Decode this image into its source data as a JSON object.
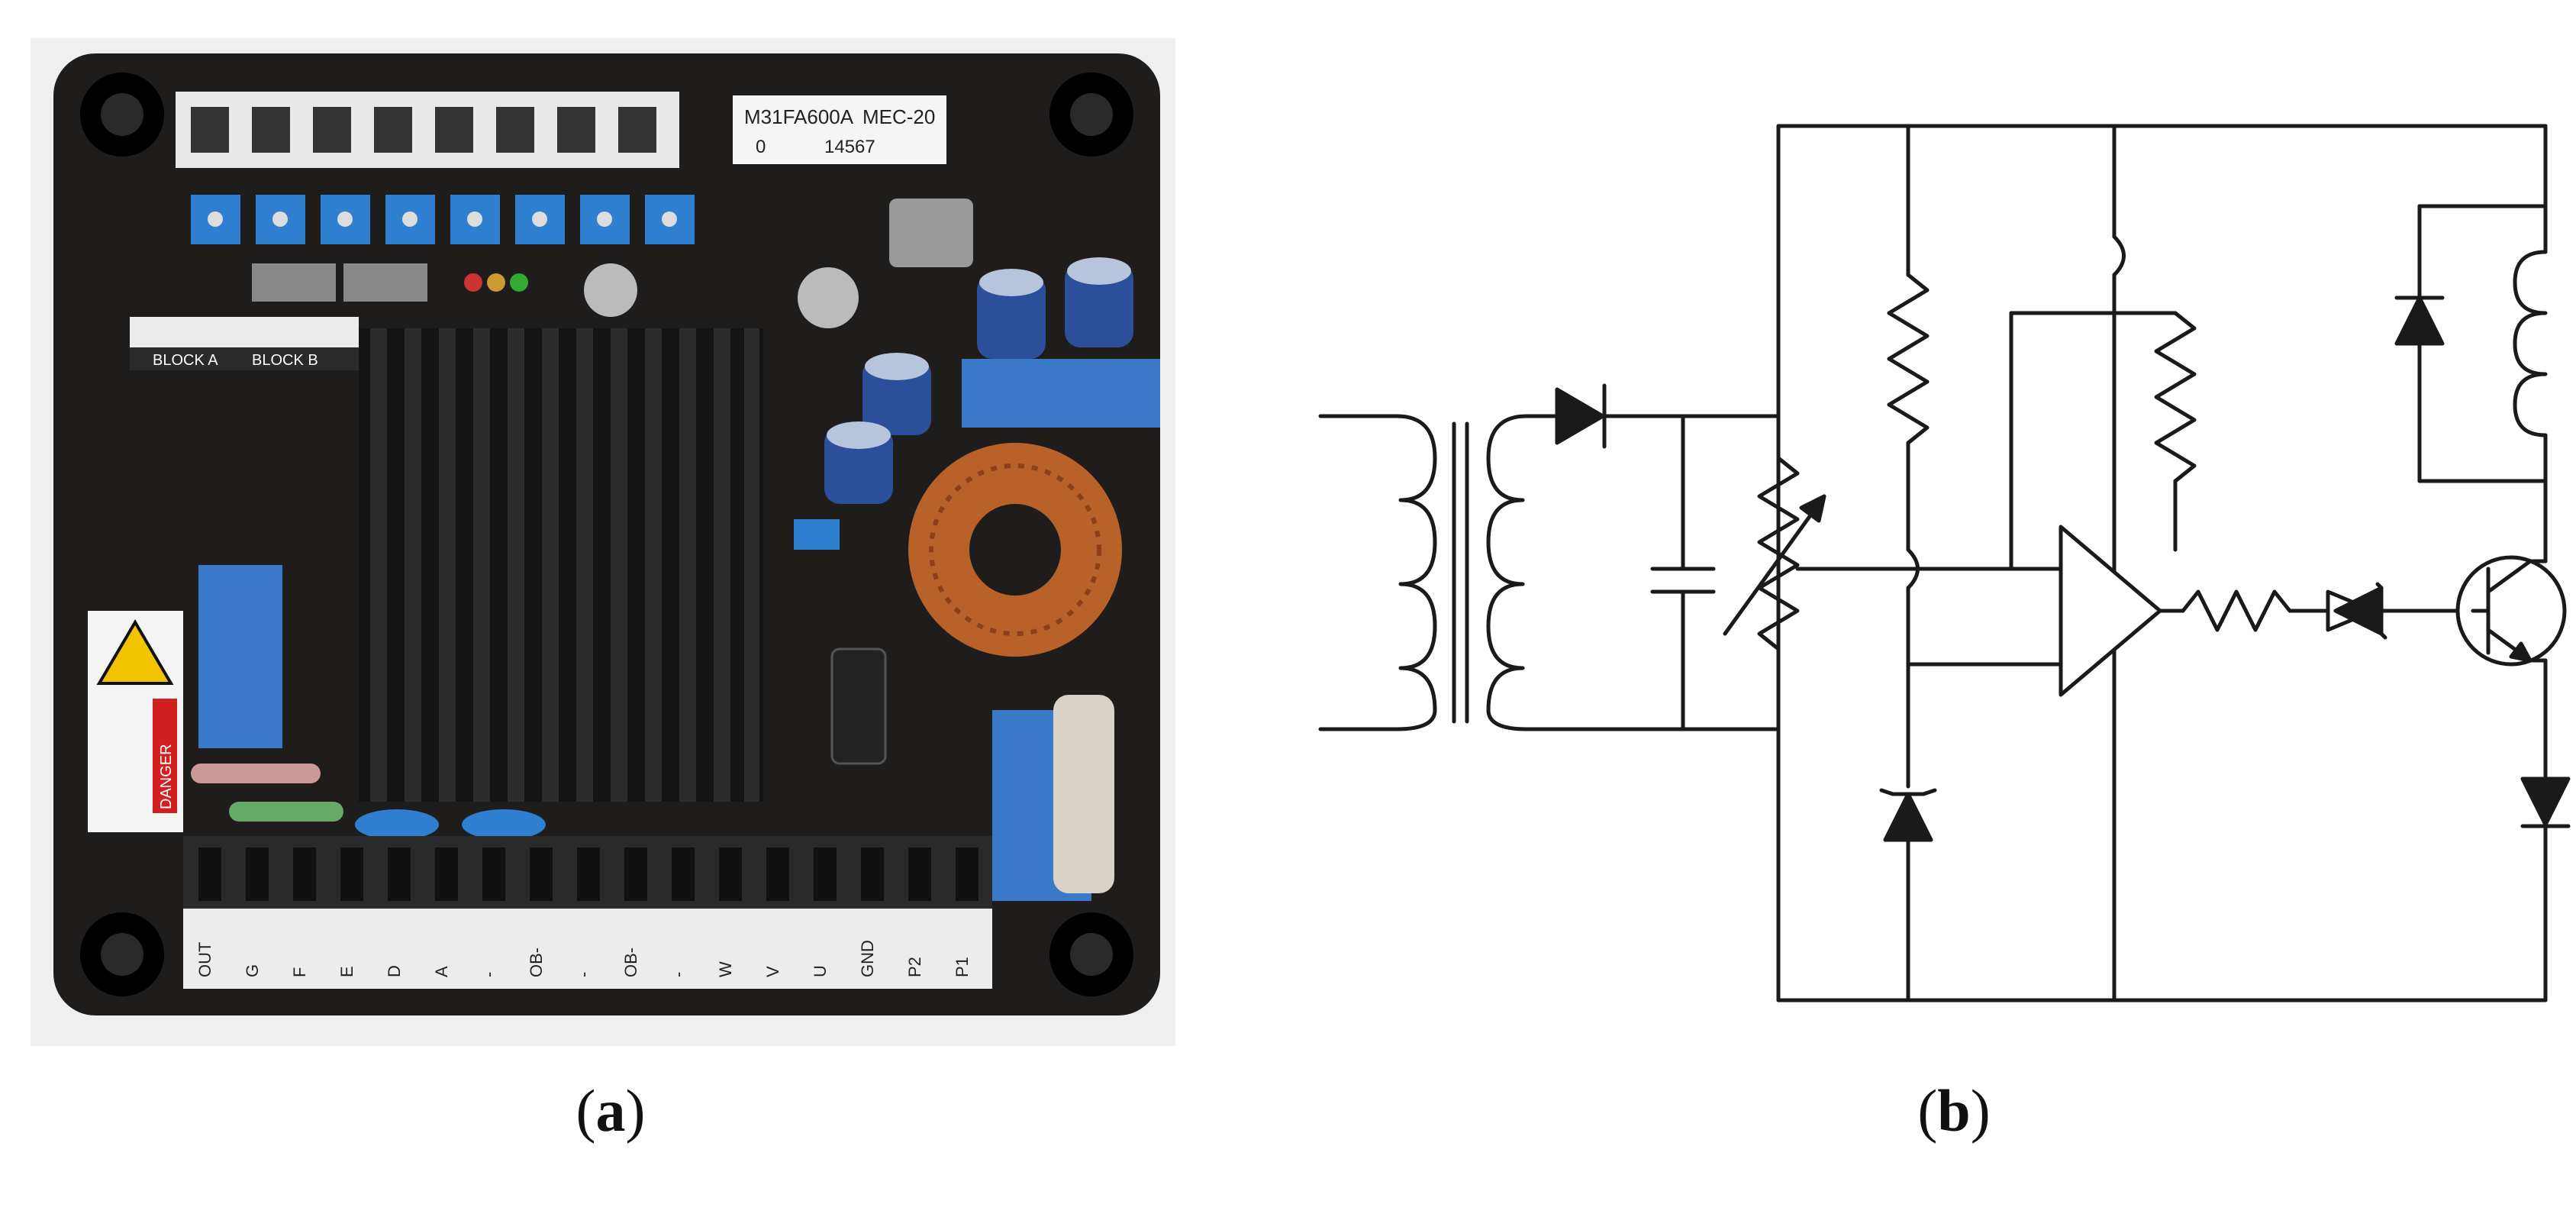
{
  "captions": {
    "a_letter": "a",
    "b_letter": "b"
  },
  "board": {
    "part_number": "M31FA600A",
    "model": "MEC-20",
    "serial_prefix": "0",
    "serial": "14567",
    "block_a": "BLOCK A",
    "block_b": "BLOCK B",
    "warning_text": "DANGER",
    "bottom_terminals": [
      "OUT",
      "G",
      "F",
      "E",
      "D",
      "A",
      "-",
      "OB-",
      "-",
      "OB-",
      "-",
      "W",
      "V",
      "U",
      "GND",
      "P2",
      "P1"
    ]
  },
  "colors": {
    "board_black": "#1f1c1c",
    "trimmer_blue": "#2f7fd0",
    "capacitor_blue": "#3a78c8",
    "copper": "#b8622a",
    "line": "#1a1a1a",
    "warning_yellow": "#f2c400",
    "danger_red": "#d21f1f"
  },
  "icons": [
    "transformer-icon",
    "diode-icon",
    "capacitor-icon",
    "variable-resistor-icon",
    "resistor-icon",
    "op-amp-icon",
    "zener-diode-icon",
    "transistor-icon",
    "inductor-coil-icon",
    "warning-triangle-icon"
  ]
}
